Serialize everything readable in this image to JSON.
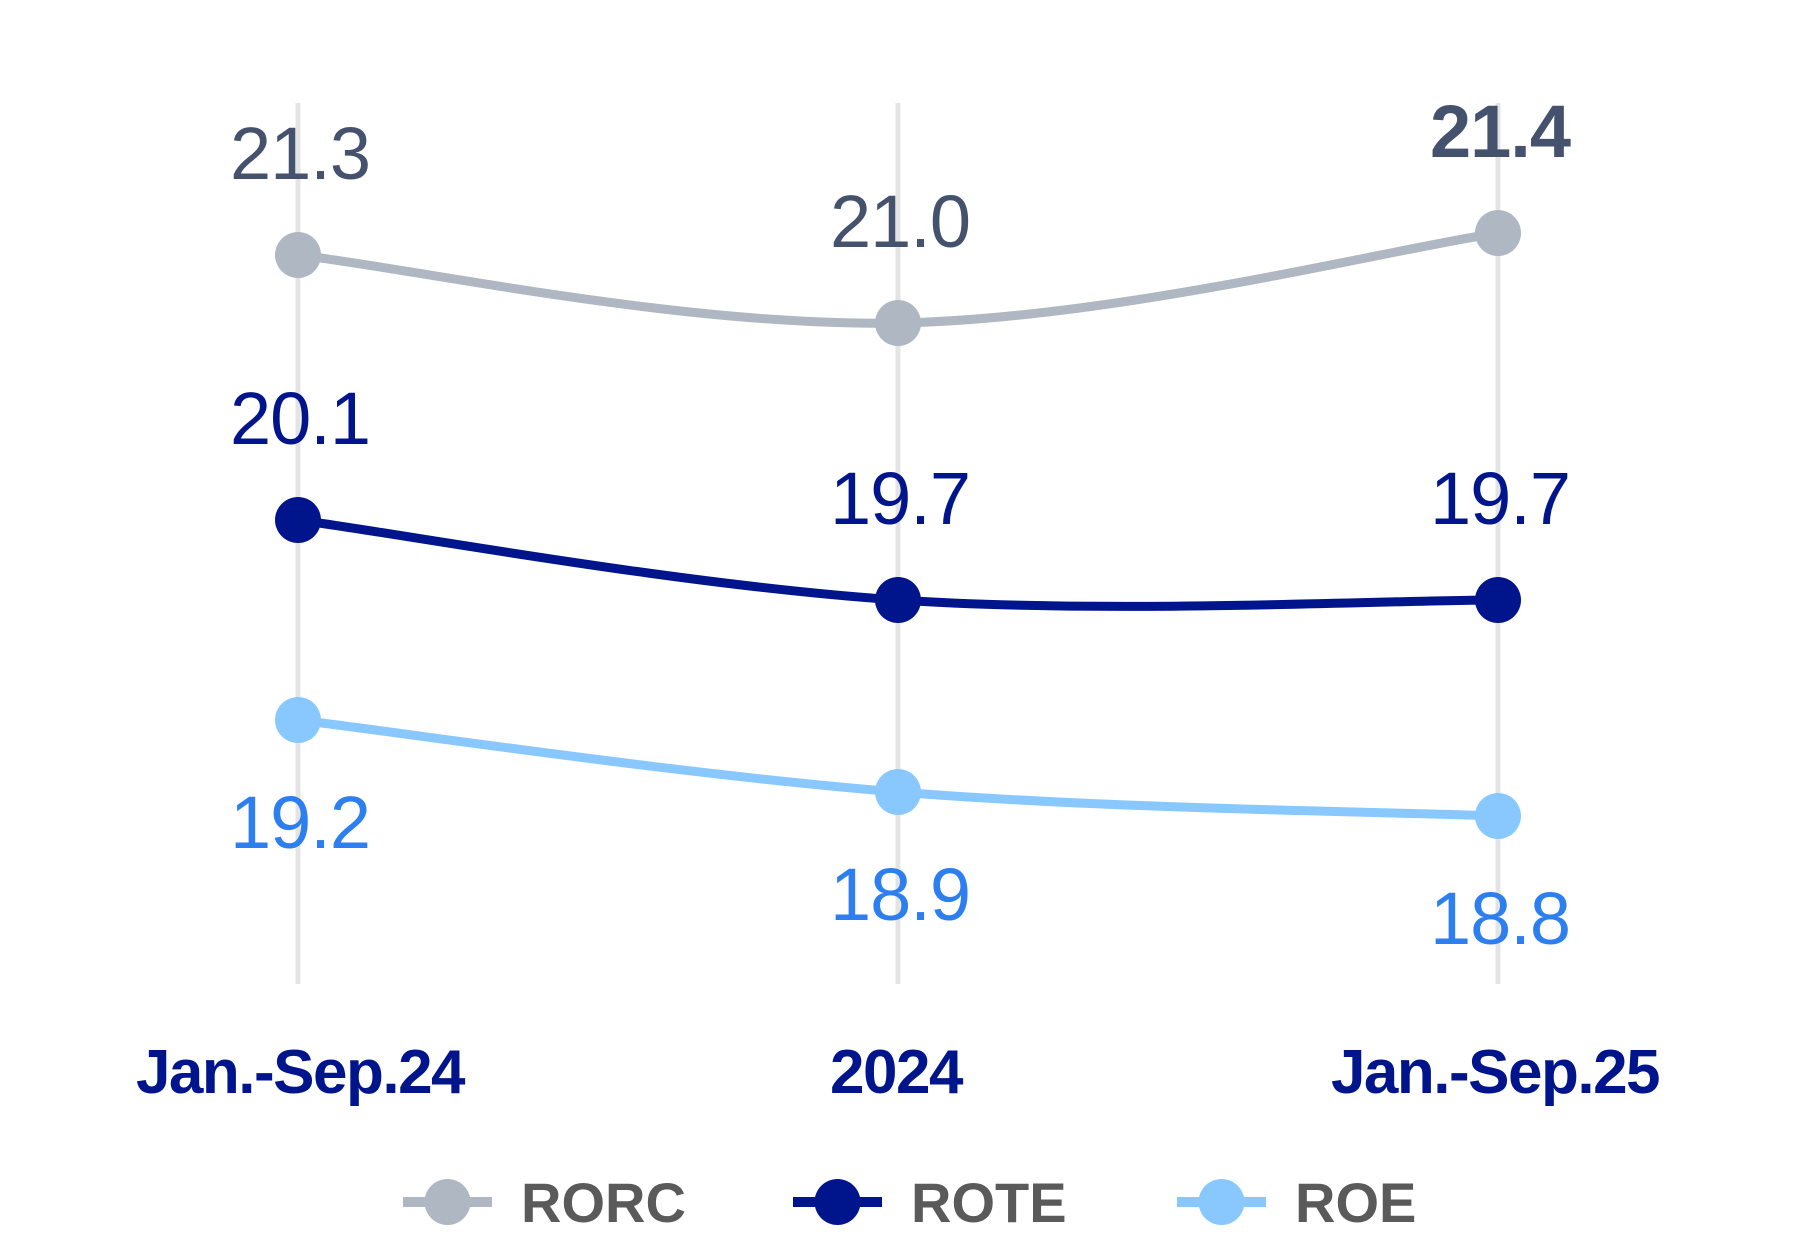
{
  "chart_data": {
    "type": "line",
    "title": "",
    "xlabel": "",
    "ylabel": "",
    "categories": [
      "Jan.-Sep.24",
      "2024",
      "Jan.-Sep.25"
    ],
    "series": [
      {
        "name": "RORC",
        "values": [
          21.3,
          21.0,
          21.4
        ],
        "labels": [
          "21.3",
          "21.0",
          "21.4"
        ],
        "line_color": "#AEB7C2",
        "label_color": "#44526E",
        "label_position": "above",
        "emphasized_index": 2
      },
      {
        "name": "ROTE",
        "values": [
          20.1,
          19.7,
          19.7
        ],
        "labels": [
          "20.1",
          "19.7",
          "19.7"
        ],
        "line_color": "#00148C",
        "label_color": "#00148C",
        "label_position": "above"
      },
      {
        "name": "ROE",
        "values": [
          19.2,
          18.9,
          18.8
        ],
        "labels": [
          "19.2",
          "18.9",
          "18.8"
        ],
        "line_color": "#88C8FF",
        "label_color": "#2D7FF0",
        "label_position": "below"
      }
    ],
    "grid": {
      "vertical": true,
      "horizontal": false,
      "color": "#E4E4E4"
    },
    "axis": {
      "y_visible": false,
      "x_label_color": "#00148C"
    },
    "legend": {
      "position": "bottom",
      "entries": [
        "RORC",
        "ROTE",
        "ROE"
      ],
      "text_color": "#5A5A5A"
    },
    "curve": "smooth"
  }
}
